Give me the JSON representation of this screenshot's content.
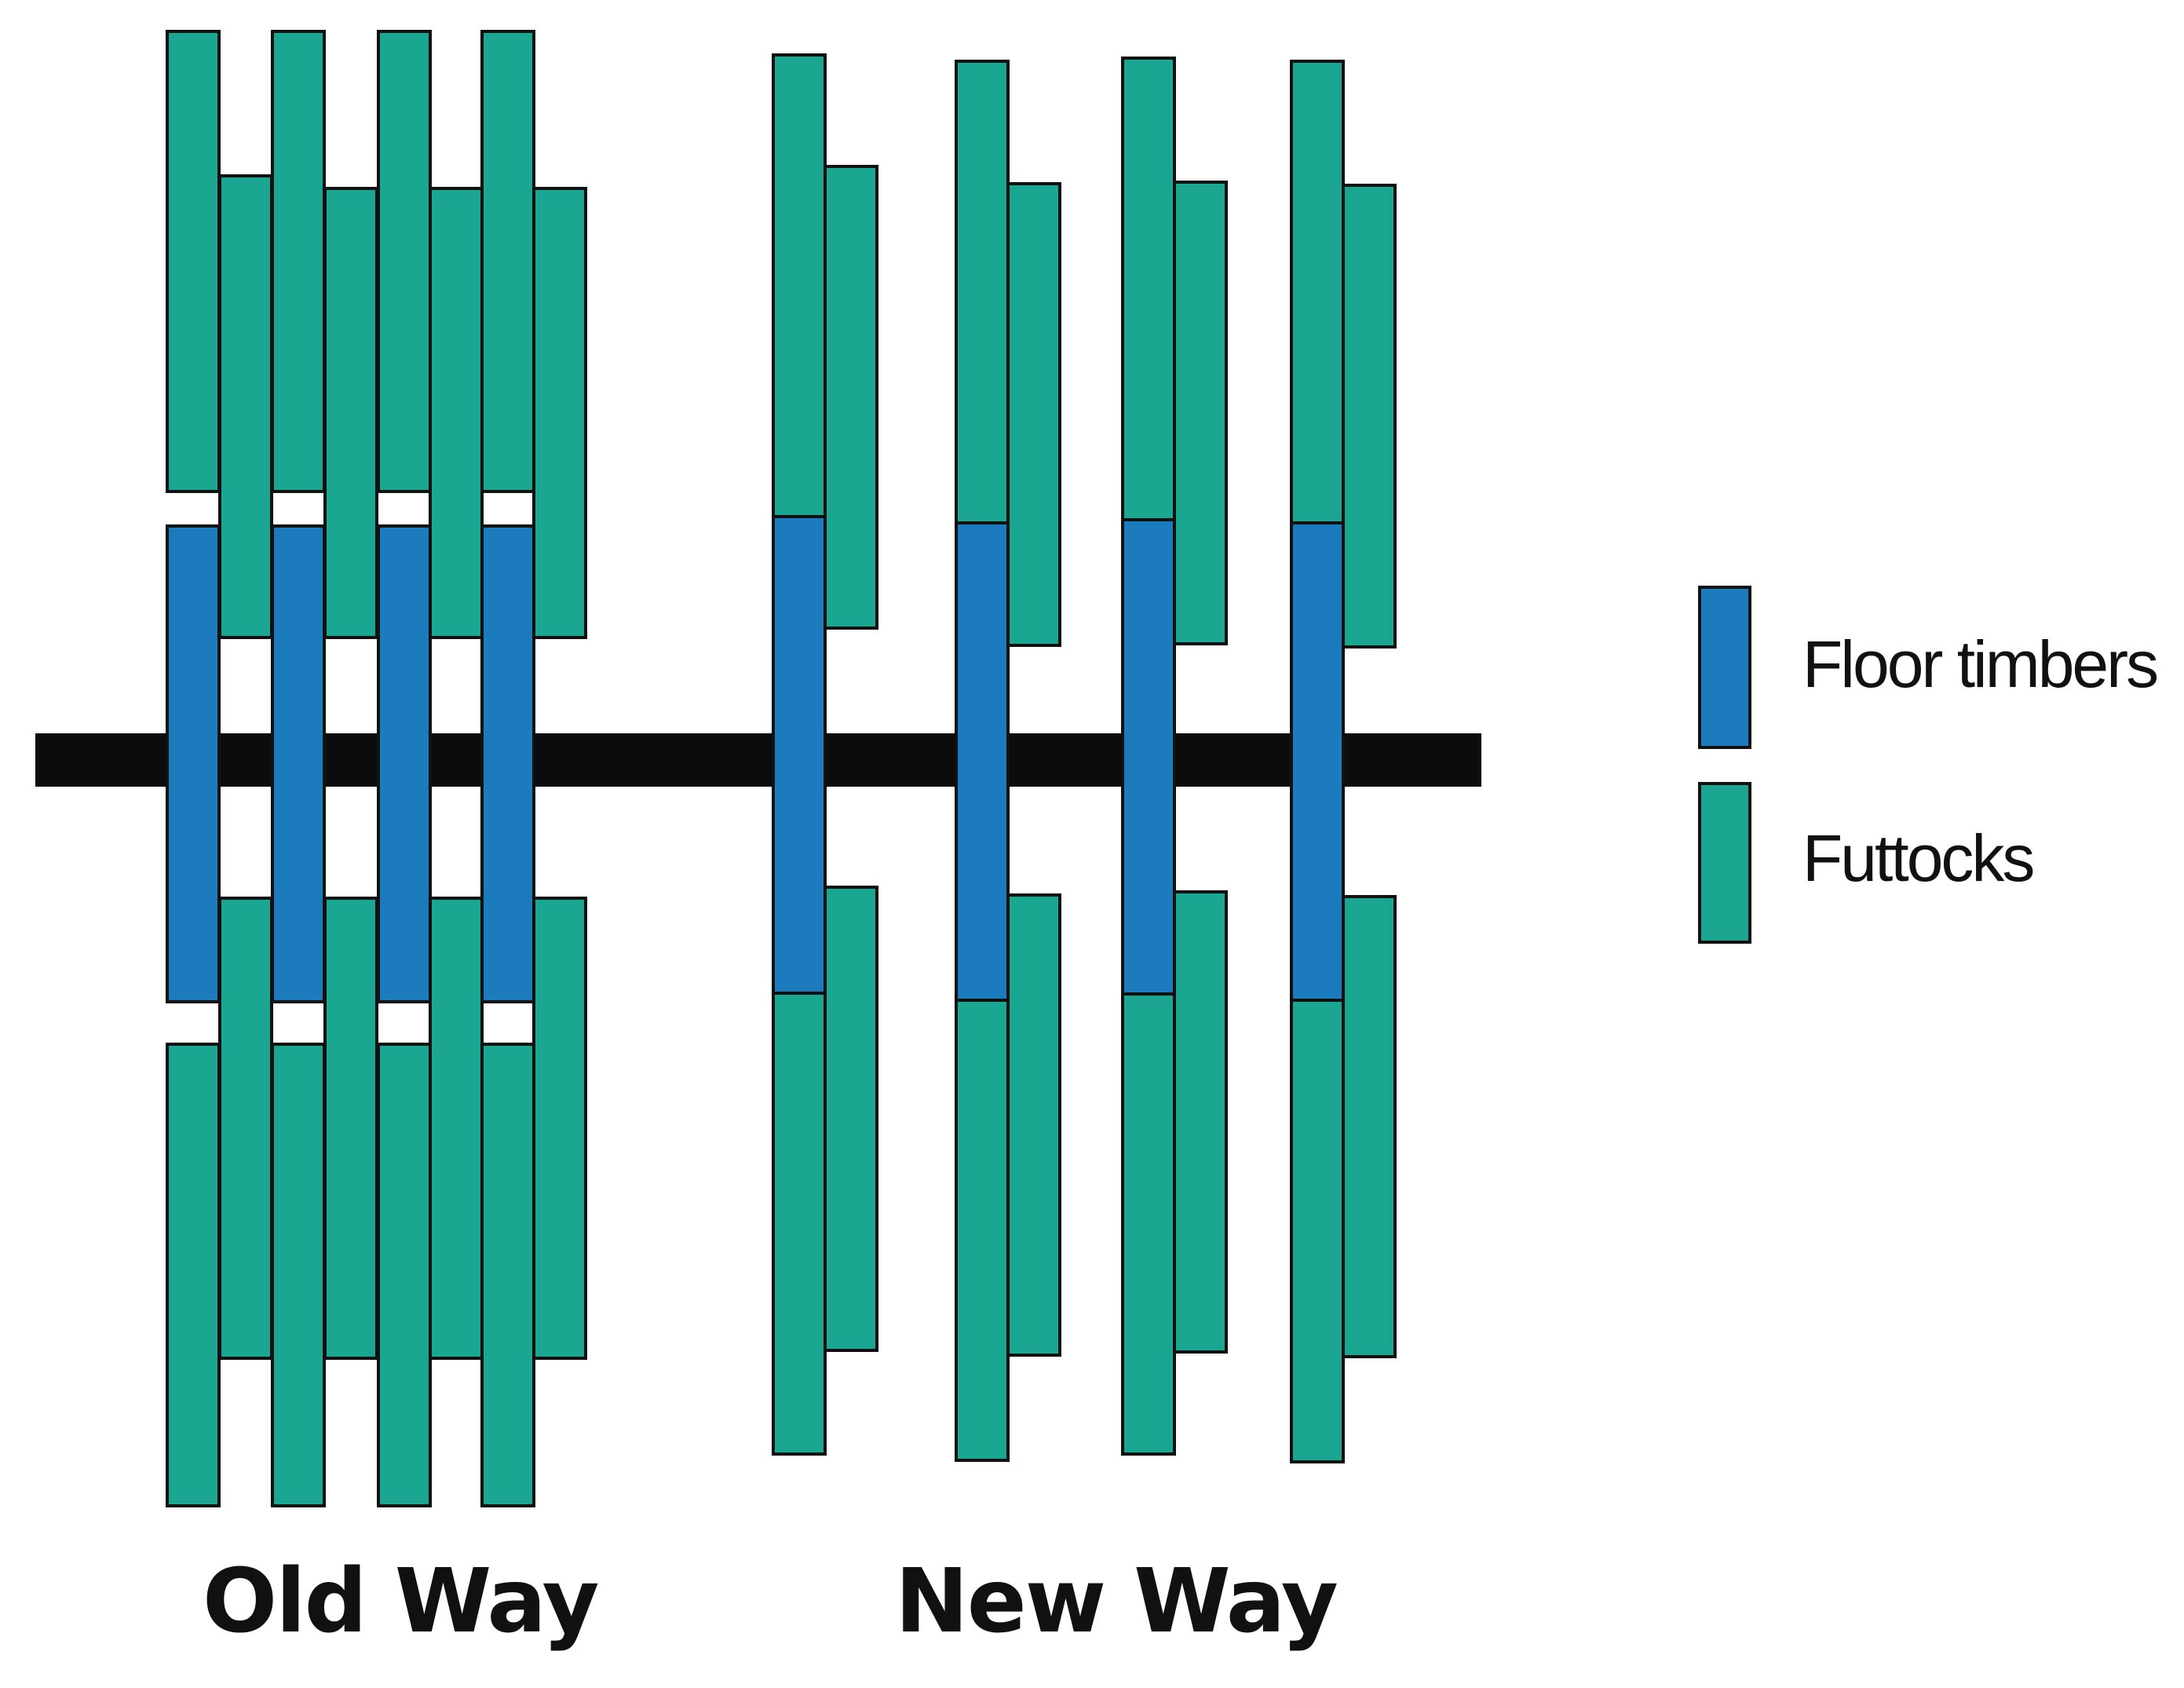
{
  "colors": {
    "floor_timber": "#1b7bbd",
    "futtock": "#1aa690",
    "keel": "#0b0c0b",
    "outline": "#111111"
  },
  "groups": [
    {
      "caption": "Old Way",
      "frame_count": 4
    },
    {
      "caption": "New Way",
      "frame_count": 4
    }
  ],
  "legend": [
    {
      "label": "Floor timbers",
      "color_key": "floor_timber"
    },
    {
      "label": "Futtocks",
      "color_key": "futtock"
    }
  ]
}
